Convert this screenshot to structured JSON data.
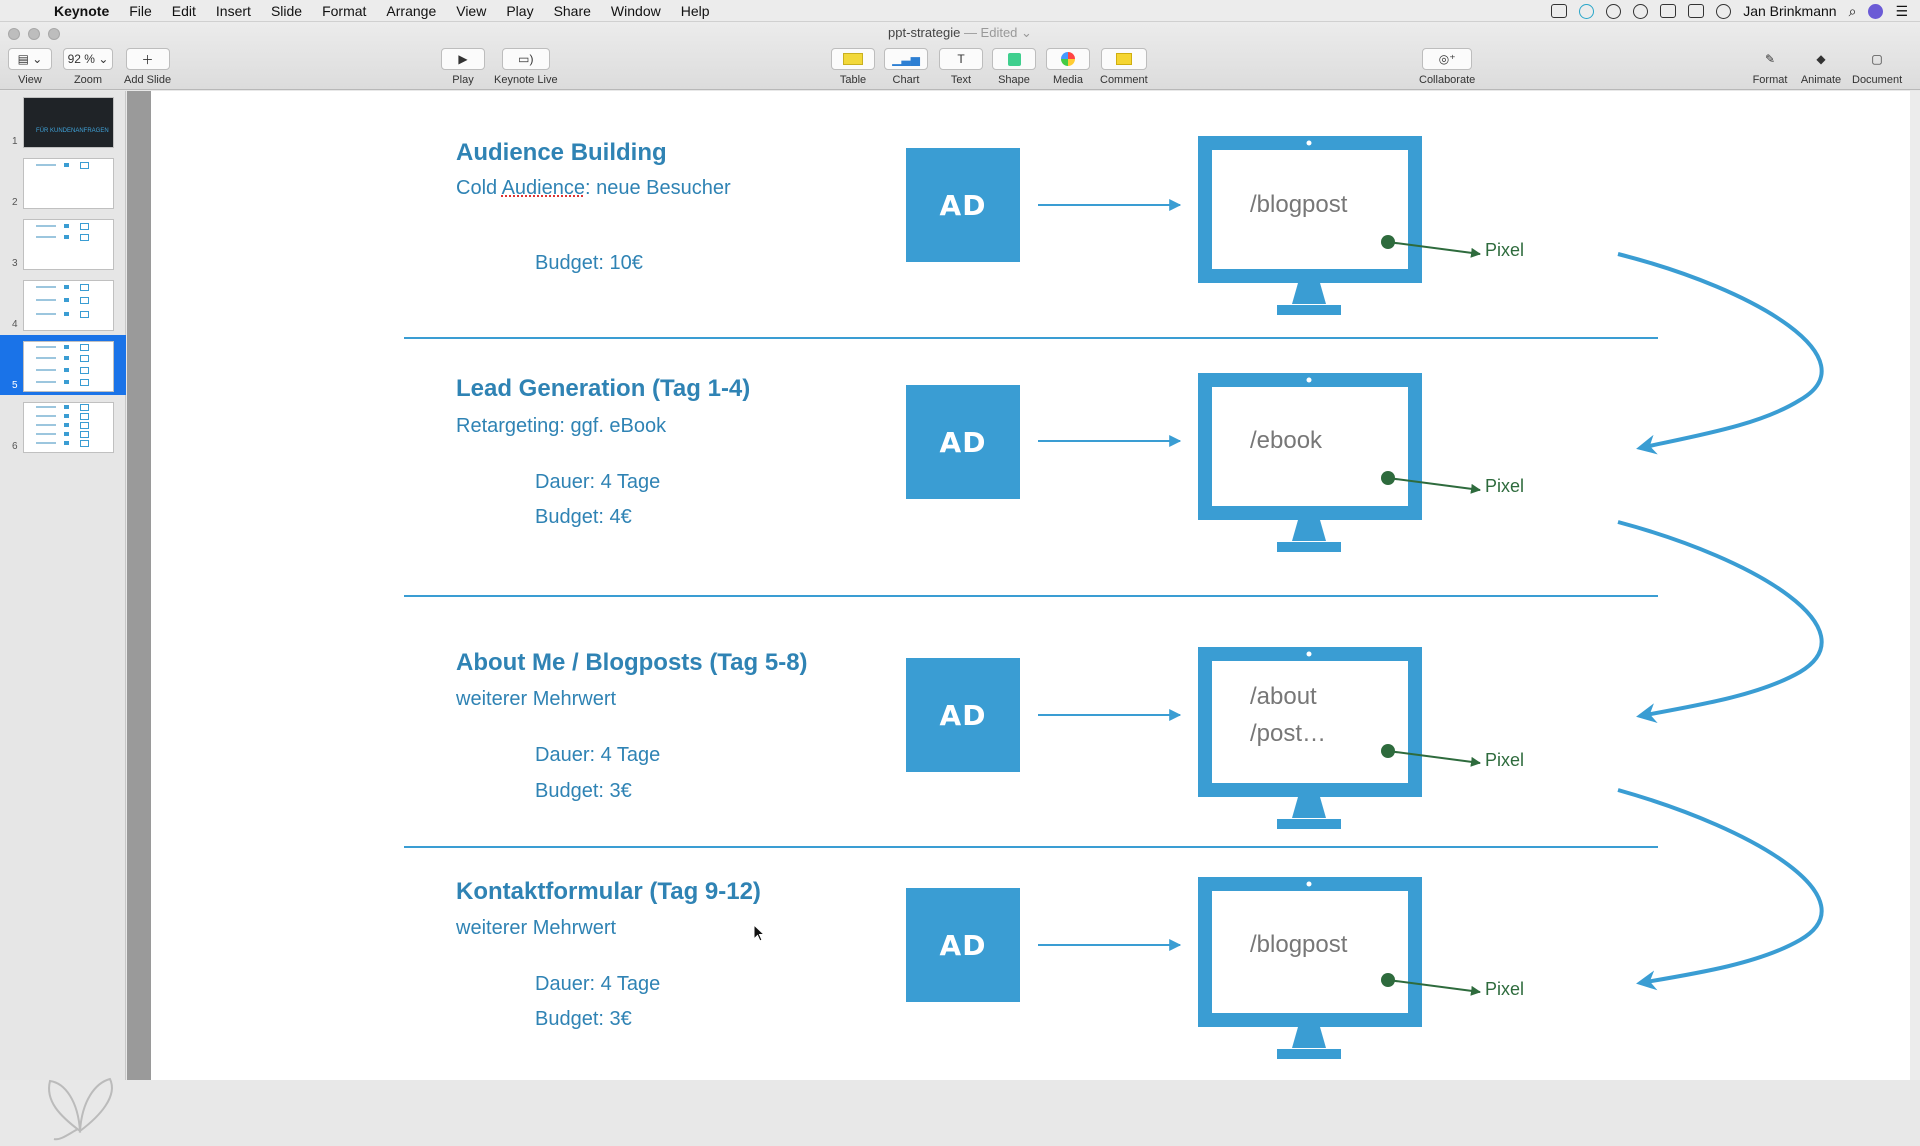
{
  "menubar": {
    "app_name": "Keynote",
    "items": [
      "File",
      "Edit",
      "Insert",
      "Slide",
      "Format",
      "Arrange",
      "View",
      "Play",
      "Share",
      "Window",
      "Help"
    ],
    "user": "Jan Brinkmann"
  },
  "window": {
    "doc_name": "ppt-strategie",
    "doc_status": "— Edited"
  },
  "toolbar": {
    "view_label": "View",
    "zoom_value": "92 %",
    "zoom_label": "Zoom",
    "add_slide_label": "Add Slide",
    "play_label": "Play",
    "keynote_live_label": "Keynote Live",
    "table_label": "Table",
    "chart_label": "Chart",
    "text_label": "Text",
    "shape_label": "Shape",
    "media_label": "Media",
    "comment_label": "Comment",
    "collaborate_label": "Collaborate",
    "format_label": "Format",
    "animate_label": "Animate",
    "document_label": "Document"
  },
  "navigator": {
    "slides": [
      {
        "num": "1",
        "kind": "title",
        "caption": "FÜR KUNDENANFRAGEN"
      },
      {
        "num": "2",
        "kind": "rows",
        "rows": 1
      },
      {
        "num": "3",
        "kind": "rows",
        "rows": 2
      },
      {
        "num": "4",
        "kind": "rows",
        "rows": 3
      },
      {
        "num": "5",
        "kind": "rows",
        "rows": 4,
        "selected": true
      },
      {
        "num": "6",
        "kind": "rows",
        "rows": 5
      }
    ]
  },
  "slide": {
    "ad_text": "AD",
    "pixel_text": "Pixel",
    "sections": [
      {
        "title": "Audience Building",
        "subtitle_pre": "Cold ",
        "subtitle_link": "Audience",
        "subtitle_post": ": neue Besucher",
        "dauer": "",
        "budget": "Budget: 10€",
        "page_line1": "/blogpost",
        "page_line2": ""
      },
      {
        "title": "Lead Generation (Tag 1-4)",
        "subtitle_pre": "Retargeting: ggf. eBook",
        "subtitle_link": "",
        "subtitle_post": "",
        "dauer": "Dauer: 4 Tage",
        "budget": "Budget: 4€",
        "page_line1": "/ebook",
        "page_line2": ""
      },
      {
        "title": "About Me / Blogposts (Tag 5-8)",
        "subtitle_pre": "weiterer Mehrwert",
        "subtitle_link": "",
        "subtitle_post": "",
        "dauer": "Dauer: 4 Tage",
        "budget": "Budget: 3€",
        "page_line1": "/about",
        "page_line2": "/post…"
      },
      {
        "title": "Kontaktformular (Tag 9-12)",
        "subtitle_pre": "weiterer Mehrwert",
        "subtitle_link": "",
        "subtitle_post": "",
        "dauer": "Dauer: 4 Tage",
        "budget": "Budget: 3€",
        "page_line1": "/blogpost",
        "page_line2": ""
      }
    ]
  },
  "colors": {
    "accent": "#3a9dd3",
    "title_text": "#2f83b4",
    "pixel_green": "#2e6b3d",
    "selection": "#1a73e8"
  }
}
